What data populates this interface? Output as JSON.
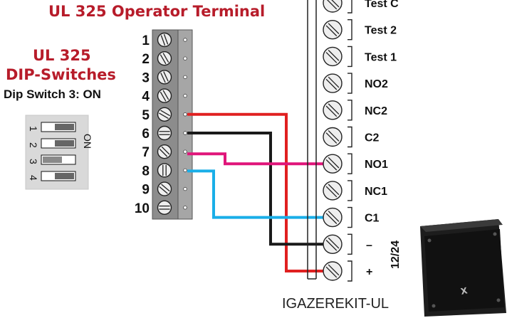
{
  "operator": {
    "title": "UL 325 Operator Terminal",
    "terminals": [
      "1",
      "2",
      "3",
      "4",
      "5",
      "6",
      "7",
      "8",
      "9",
      "10"
    ]
  },
  "dip": {
    "title_line1": "UL 325",
    "title_line2": "DIP-Switches",
    "note": "Dip Switch 3: ON",
    "on_label": "ON",
    "switches": [
      {
        "label": "1",
        "on": false
      },
      {
        "label": "2",
        "on": false
      },
      {
        "label": "3",
        "on": true
      },
      {
        "label": "4",
        "on": false
      }
    ]
  },
  "kit": {
    "name": "IGAZEREKIT-UL",
    "voltage_label": "12/24",
    "terminals": [
      "Test C",
      "Test 2",
      "Test 1",
      "NO2",
      "NC2",
      "C2",
      "NO1",
      "NC1",
      "C1",
      "–",
      "+"
    ]
  },
  "wires": [
    {
      "color": "#e02020",
      "from": "5",
      "to": "+"
    },
    {
      "color": "#1a1a1a",
      "from": "6",
      "to": "–"
    },
    {
      "color": "#e0157a",
      "from": "7",
      "to": "NO1"
    },
    {
      "color": "#19aee8",
      "from": "8",
      "to": "C1"
    }
  ]
}
